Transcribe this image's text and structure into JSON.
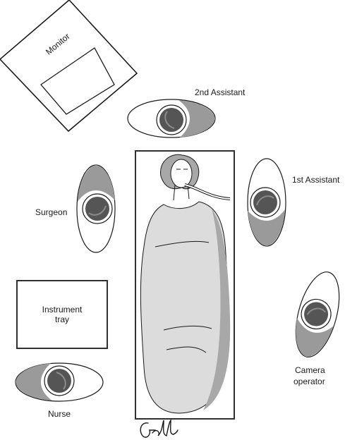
{
  "labels": {
    "monitor": "Monitor",
    "second_assistant": "2nd Assistant",
    "first_assistant": "1st Assistant",
    "surgeon": "Surgeon",
    "instrument_tray": [
      "Instrument",
      "tray"
    ],
    "camera_operator": [
      "Camera",
      "operator"
    ],
    "nurse": "Nurse",
    "signature": "Galla"
  },
  "colors": {
    "ink": "#1a1a1a",
    "head_dark": "#555555",
    "shadow": "#9a9a9a",
    "drape": "#dcdcdc",
    "drape_shadow": "#a8a8a8"
  }
}
